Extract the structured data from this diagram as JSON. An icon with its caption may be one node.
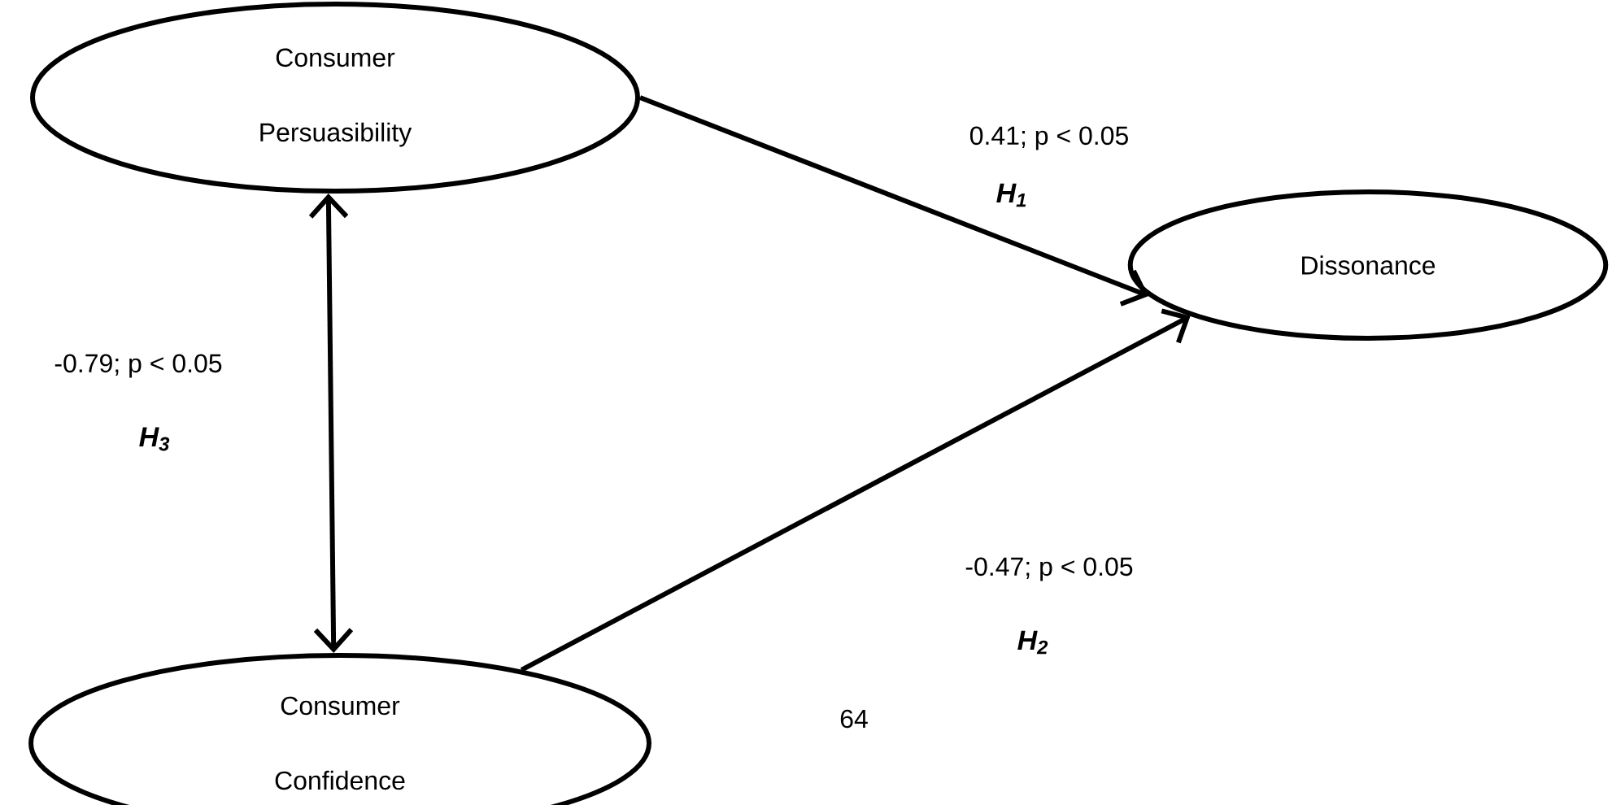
{
  "diagram": {
    "nodes": [
      {
        "text": [
          "Consumer Persuasibility"
        ]
      },
      {
        "text": [
          "Dissonance"
        ]
      },
      {
        "text": [
          "Consumer Confidence"
        ]
      }
    ],
    "edges": [
      {
        "from": 0,
        "to": 1,
        "arrow": "to",
        "label": "0.41; p < 0.05"
      },
      {
        "from": 2,
        "to": 1,
        "arrow": "to",
        "label": "-0.47; p < 0.05"
      },
      {
        "from": 0,
        "to": 2,
        "arrow": "both",
        "label": "-0.79; p < 0.05"
      }
    ],
    "labels": [
      "H$_{1}$",
      "H$_{3}$",
      "H$_{2}$",
      "64"
    ]
  }
}
